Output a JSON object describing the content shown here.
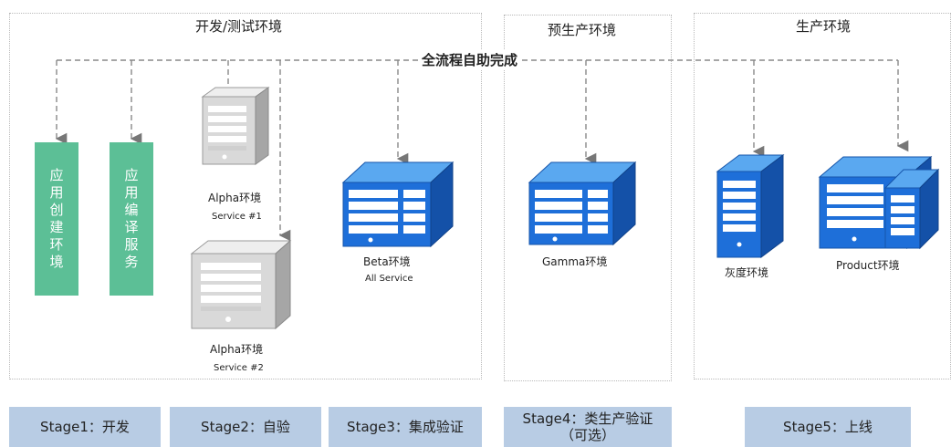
{
  "zones": {
    "dev": {
      "title": "开发/测试环境"
    },
    "pre": {
      "title": "预生产环境"
    },
    "prod": {
      "title": "生产环境"
    }
  },
  "flow": {
    "label": "全流程自助完成"
  },
  "boxes": {
    "app_create": {
      "label": "应用创建环境"
    },
    "app_compile": {
      "label": "应用编译服务"
    }
  },
  "servers": {
    "alpha1": {
      "name": "Alpha环境",
      "sub": "Service #1"
    },
    "alpha2": {
      "name": "Alpha环境",
      "sub": "Service #2"
    },
    "beta": {
      "name": "Beta环境",
      "sub": "All Service"
    },
    "gamma": {
      "name": "Gamma环境"
    },
    "gray": {
      "name": "灰度环境"
    },
    "product": {
      "name": "Product环境"
    }
  },
  "stages": [
    {
      "label": "Stage1：开发"
    },
    {
      "label": "Stage2：自验"
    },
    {
      "label": "Stage3：集成验证"
    },
    {
      "label": "Stage4：类生产验证",
      "sub": "（可选）"
    },
    {
      "label": "Stage5：上线"
    }
  ],
  "colors": {
    "stage_bg": "#b8cce4",
    "green_box": "#5cbf96",
    "server_blue": "#1e6fd9",
    "server_gray": "#b5b5b5"
  }
}
